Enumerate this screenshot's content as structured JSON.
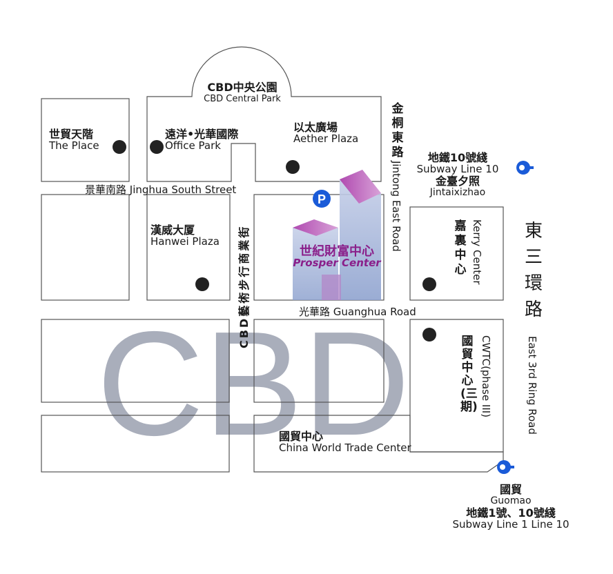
{
  "watermark": "CBD",
  "colors": {
    "block_stroke": "#555555",
    "watermark": "#a9aebb",
    "marker": "#222222",
    "parking": "#1a5bd8",
    "subway": "#1a5bd8",
    "tower_text": "#8a1f8a"
  },
  "parks": {
    "zh": "CBD中央公園",
    "en": "CBD Central Park"
  },
  "places": {
    "the_place": {
      "zh": "世貿天階",
      "en": "The Place"
    },
    "office_park": {
      "zh": "遠洋•光華國際",
      "en": "Office Park"
    },
    "aether": {
      "zh": "以太廣場",
      "en": "Aether Plaza"
    },
    "hanwei": {
      "zh": "漢威大厦",
      "en": "Hanwei Plaza"
    },
    "prosper": {
      "zh": "世紀財富中心",
      "en": "Prosper Center"
    },
    "kerry": {
      "zh": "嘉裏中心",
      "en": "Kerry Center"
    },
    "cwtc3": {
      "zh": "國貿中心(三期)",
      "en": "CWTC(phase III)"
    },
    "cwtc": {
      "zh": "國貿中心",
      "en": "China World Trade Center"
    }
  },
  "roads": {
    "jinghua": "景華南路 Jinghua South Street",
    "guanghua": "光華路 Guanghua Road",
    "jintong_zh": "金桐東路",
    "jintong_en": "Jintong East Road",
    "cbd_art_zh": "CBD藝術步行商業街",
    "east3_zh": "東三環路",
    "east3_en": "East 3rd Ring Road"
  },
  "stations": {
    "jintaixizhao": {
      "line1": "地鐵10號綫",
      "line2": "Subway Line 10",
      "zh": "金臺夕照",
      "en": "Jintaixizhao"
    },
    "guomao": {
      "zh": "國貿",
      "en": "Guomao",
      "line_zh": "地鐵1號、10號綫",
      "line_en": "Subway Line 1  Line 10"
    }
  },
  "parking_symbol": "P"
}
